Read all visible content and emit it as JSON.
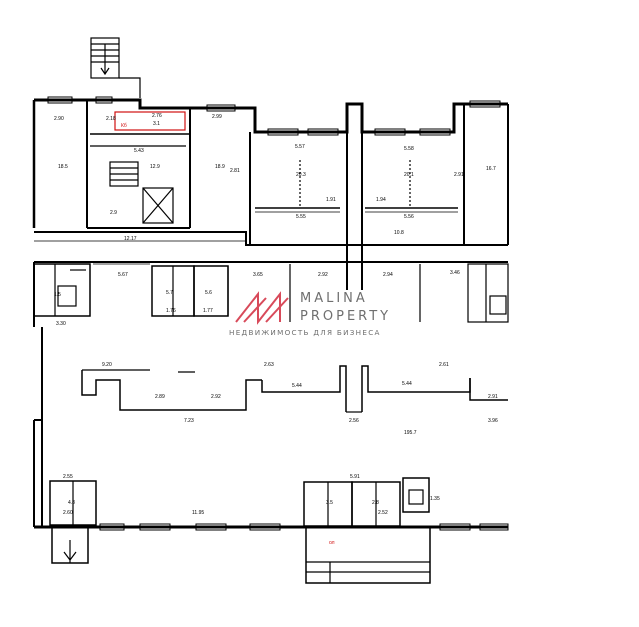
{
  "watermark": {
    "line1": "MALINA",
    "line2": "PROPERTY",
    "tagline": "НЕДВИЖИМОСТЬ ДЛЯ БИЗНЕСА",
    "logo_color": "#d84a5a",
    "text_color": "#6f6f6f"
  },
  "dimensions": {
    "d_2_90": "2.90",
    "d_2_18": "2.18",
    "d_2_76": "2.76",
    "d_2_99": "2.99",
    "d_5_43": "5.43",
    "d_5_57": "5.57",
    "d_5_58": "5.58",
    "d_5_55": "5.55",
    "d_5_56": "5.56",
    "d_1_91": "1.91",
    "d_1_94": "1.94",
    "d_12_17": "12.17",
    "d_5_67": "5.67",
    "d_3_65": "3.65",
    "d_2_92_a": "2.92",
    "d_2_94": "2.94",
    "d_3_46": "3.46",
    "d_3_30": "3.30",
    "d_9_20": "9.20",
    "d_7_23": "7.23",
    "d_5_44_a": "5.44",
    "d_5_44_b": "5.44",
    "d_2_89": "2.89",
    "d_2_92_b": "2.92",
    "d_2_63": "2.63",
    "d_2_61": "2.61",
    "d_2_91": "2.91",
    "d_2_56": "2.56",
    "d_11_95": "11.95",
    "d_5_91": "5.91",
    "d_2_60": "2.60",
    "d_2_55": "2.55",
    "d_2_52": "2.52",
    "d_3_96": "3.96",
    "d_1_76": "1.76",
    "d_1_77": "1.77",
    "d_1_35": "1.35",
    "d_2_81": "2.81",
    "d_2_91_b": "2.91"
  },
  "rooms": {
    "r_18_5": "18.5",
    "r_12_9": "12.9",
    "r_18_9": "18.9",
    "r_20_3": "20.3",
    "r_20_1": "20.1",
    "r_16_7": "16.7",
    "r_195_7": "195.7",
    "r_5_7": "5.7",
    "r_5_6": "5.6",
    "r_2_9": "2.9",
    "r_3_1": "3.1",
    "r_10_8": "10.8",
    "r_4_8": "4.8",
    "r_3_5": "3.5",
    "r_1_5": "1.5",
    "r_2_8": "2.8"
  },
  "red_marks": {
    "top": "Кб",
    "bottom": "ол"
  }
}
